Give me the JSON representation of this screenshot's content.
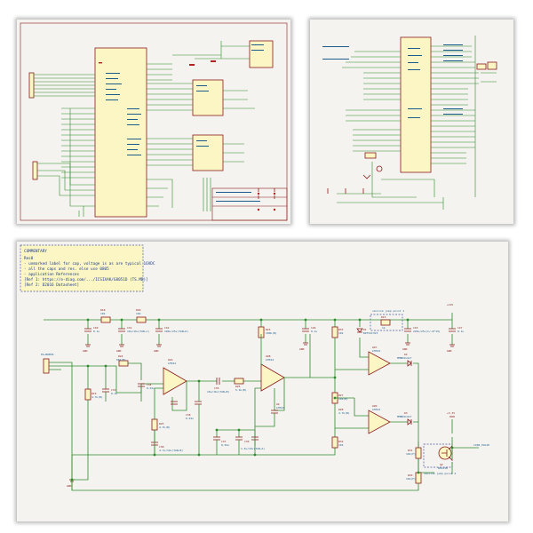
{
  "main": {
    "notes": {
      "title": "COMMENTARY",
      "lines": [
        "Res8",
        "- unmarked label for cap, voltage is as are typical 16VDC",
        "- all the caps and res. else use 0805",
        "- application References",
        "[Ref 1: https://e-diag.com/.../ICSIXAK/G8051D (TS.MB)]",
        "[Ref 2: D2016 Datasheet]"
      ]
    },
    "labels": {
      "connector": "P4~BDB56",
      "r18": "R18",
      "r18_val": "10k",
      "r20": "R20",
      "r20_val": "10k",
      "c40": "C40",
      "c40_val": "0.1u",
      "c41": "C41",
      "c41_val": "10u/16v(TAN~C)",
      "c42": "C42",
      "c42_val": "100u/25v(TAN~D)",
      "r23": "R23",
      "r23_val": "100k(B)",
      "c46": "C46",
      "c46_val": "0.1u",
      "r33": "R33",
      "r33_val": "10k",
      "d1": "D1",
      "d1_val": "BZT52C3V3",
      "jumper1": "vanlink jump point 1",
      "r15": "R15",
      "r15_val": "1k",
      "c43": "C43",
      "c43_val": "220u/25v(C/~8*19)",
      "c47": "C47",
      "c47_val": "0.1u",
      "v12": "+12V",
      "r24": "R24",
      "r24_val": "68k(B)",
      "u2a": "U2A",
      "u2a_val": "LM324",
      "u2b": "U2B",
      "u2b_val": "LM324",
      "c35": "C35",
      "c35_val": "10u/16v(TAN~B)",
      "r26": "R26",
      "r26_val": "5.1k(B)",
      "u2": "U2",
      "u2_val": "LM324",
      "r19": "R19",
      "r19_val": "4.7k(B)",
      "c33": "C33",
      "c33_val": "0.1u",
      "c34": "C34",
      "c34_val": "0.01u",
      "c38": "C38",
      "c38_val": "0.01u",
      "r25": "R25",
      "r25_val": "4.7k(B)",
      "c38b": "C38",
      "c38b_val": "4.7u/16v(TAN~B)",
      "c37": "C37",
      "c37_val": "0.01u",
      "c30": "C30",
      "c30_val": "1.5u/16v(TAN~A)",
      "r28": "R28",
      "r28_val": "4.7k(B)",
      "r27": "R27",
      "r27_val": "10k(B)",
      "r32": "R32",
      "r32_val": "10k",
      "u2c": "U2C",
      "u2c_val": "LM324",
      "u2d": "U2D",
      "u2d_val": "LM324",
      "d2": "D2",
      "d2_val": "MMBD914LT",
      "d3": "D3",
      "d3_val": "MMBD914LT",
      "v33": "+3.3V",
      "r31": "R31",
      "r31_val": "10k(F)",
      "r29": "R29",
      "r29_val": "10k(F)",
      "q2": "Q2",
      "q2_val": "BSS138",
      "out": "COIN_PULSE",
      "jumper2": "vanlink jump point 2",
      "gnd": "GND"
    }
  }
}
